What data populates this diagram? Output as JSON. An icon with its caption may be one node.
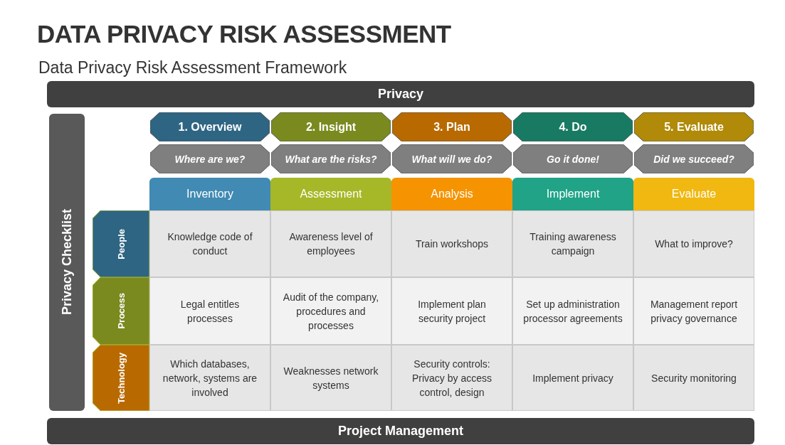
{
  "diagram": {
    "title": "DATA PRIVACY RISK ASSESSMENT",
    "nodes": [
      {
        "text": [
          "Privacy"
        ]
      },
      {
        "text": [
          "Privacy Checklist"
        ]
      },
      {
        "text": [
          "1. Overview"
        ]
      },
      {
        "text": [
          "2. Insight"
        ]
      },
      {
        "text": [
          "3. Plan"
        ]
      },
      {
        "text": [
          "4. Do"
        ]
      },
      {
        "text": [
          "5. Evaluate"
        ]
      },
      {
        "text": [
          "Where are we?"
        ]
      },
      {
        "text": [
          "What are the risks?"
        ]
      },
      {
        "text": [
          "What will we do?"
        ]
      },
      {
        "text": [
          "Go it done!"
        ]
      },
      {
        "text": [
          "Did we succeed?"
        ]
      },
      {
        "text": [
          "Inventory"
        ]
      },
      {
        "text": [
          "Assessment"
        ]
      },
      {
        "text": [
          "Analysis"
        ]
      },
      {
        "text": [
          "Implement"
        ]
      },
      {
        "text": [
          "Evaluate"
        ]
      },
      {
        "text": [
          "People"
        ]
      },
      {
        "text": [
          "Knowledge code of conduct"
        ]
      },
      {
        "text": [
          "Awareness level of employees"
        ]
      },
      {
        "text": [
          "Train workshops"
        ]
      },
      {
        "text": [
          "Training awareness campaign"
        ]
      },
      {
        "text": [
          "What to improve?"
        ]
      },
      {
        "text": [
          "Process"
        ]
      },
      {
        "text": [
          "Legal entitles processes"
        ]
      },
      {
        "text": [
          "Audit of the company, procedures and processes"
        ]
      },
      {
        "text": [
          "Implement plan security project"
        ]
      },
      {
        "text": [
          "Set up administration processor agreements"
        ]
      },
      {
        "text": [
          "Management report privacy governance"
        ]
      },
      {
        "text": [
          "Technology"
        ]
      },
      {
        "text": [
          "Which databases, network, systems are involved"
        ]
      },
      {
        "text": [
          "Weaknesses network systems"
        ]
      },
      {
        "text": [
          "Security controls: Privacy by access control, design"
        ]
      },
      {
        "text": [
          "Implement privacy"
        ]
      },
      {
        "text": [
          "Security monitoring"
        ]
      },
      {
        "text": [
          "Project Management"
        ]
      }
    ],
    "labels": [
      "Data Privacy Risk Assessment Framework"
    ]
  }
}
